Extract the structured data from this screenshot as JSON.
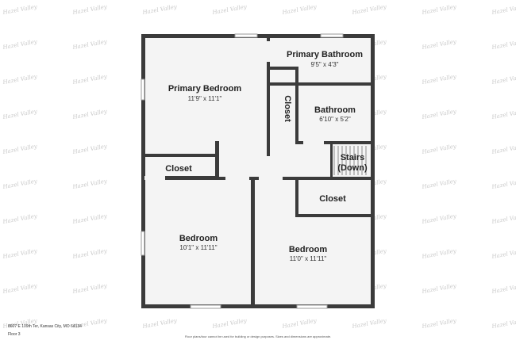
{
  "watermark": "Hazel Valley",
  "rooms": {
    "primary_bedroom": {
      "name": "Primary Bedroom",
      "dims": "11'9\" x 11'1\""
    },
    "primary_bathroom": {
      "name": "Primary Bathroom",
      "dims": "9'5\" x 4'3\""
    },
    "closet_vertical": {
      "name": "Closet"
    },
    "bathroom": {
      "name": "Bathroom",
      "dims": "6'10\" x 5'2\""
    },
    "closet_left": {
      "name": "Closet"
    },
    "stairs": {
      "name_line1": "Stairs",
      "name_line2": "(Down)"
    },
    "closet_right": {
      "name": "Closet"
    },
    "bedroom_left": {
      "name": "Bedroom",
      "dims": "10'1\" x 11'11\""
    },
    "bedroom_right": {
      "name": "Bedroom",
      "dims": "11'0\" x 11'11\""
    }
  },
  "footer": {
    "address": "8607 E 109th Ter, Kansas City, MO 64134",
    "floor": "Floor 3",
    "disclaimer": "Floor plans/tour cannot be used for building or design purposes. Sizes and dimensions are approximate."
  }
}
